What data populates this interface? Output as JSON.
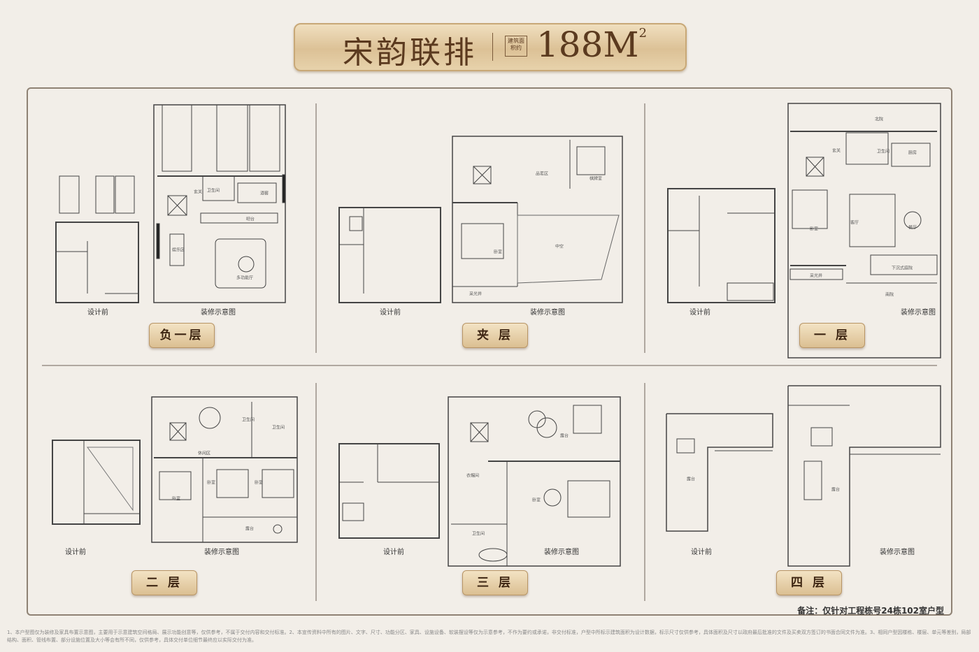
{
  "header": {
    "title": "宋韵联排",
    "seal_text": "建筑面积约",
    "area_number": "188M",
    "area_superscript": "2"
  },
  "floors": [
    {
      "name": "负一层",
      "before_caption": "设计前",
      "after_caption": "装修示意图",
      "rooms": [
        "玄关",
        "卫生间",
        "酒窖",
        "吧台",
        "娱乐区",
        "多功能厅"
      ]
    },
    {
      "name": "夹 层",
      "before_caption": "设计前",
      "after_caption": "装修示意图",
      "rooms": [
        "品茗区",
        "棋牌室",
        "卧室",
        "中空",
        "采光井"
      ]
    },
    {
      "name": "一 层",
      "before_caption": "设计前",
      "after_caption": "装修示意图",
      "rooms": [
        "北院",
        "玄关",
        "卫生间",
        "厨房",
        "卧室",
        "客厅",
        "餐厅",
        "下沉式庭院",
        "南院",
        "采光井"
      ]
    },
    {
      "name": "二 层",
      "before_caption": "设计前",
      "after_caption": "装修示意图",
      "rooms": [
        "休闲区",
        "卫生间",
        "卫生间",
        "卧室",
        "卧室",
        "卧室",
        "露台"
      ]
    },
    {
      "name": "三 层",
      "before_caption": "设计前",
      "after_caption": "装修示意图",
      "rooms": [
        "露台",
        "衣帽间",
        "卧室",
        "卫生间"
      ]
    },
    {
      "name": "四 层",
      "before_caption": "设计前",
      "after_caption": "装修示意图",
      "rooms": [
        "露台",
        "露台"
      ]
    }
  ],
  "note": "备注：仅针对工程栋号24栋102室户型",
  "footnote": "1、本户型图仅为装修及家具布置示意图，主要用于示意建筑空间格局、展示功能创意等，仅供参考，不属于交付内容和交付标准。2、本宣传资料中所有的图片、文字、尺寸、功能分区、家具、设施设备、软装摆设等仅为示意参考，不作为要约或承诺，非交付标准，户型中所标示建筑面积为设计数据，标示尺寸仅供参考，具体面积及尺寸以政府最后批准的文件及买卖双方签订的书面合同文件为准。3、相同户型因楼栋、楼层、单元等差别，局部结构、面积、管线布置、部分设施位置及大小等会有所不同，仅供参考，具体交付单位细节最终应以实际交付为准。",
  "colors": {
    "brand_brown": "#5b3a1f",
    "gold": "#dcc196",
    "background": "#f2eee8"
  }
}
